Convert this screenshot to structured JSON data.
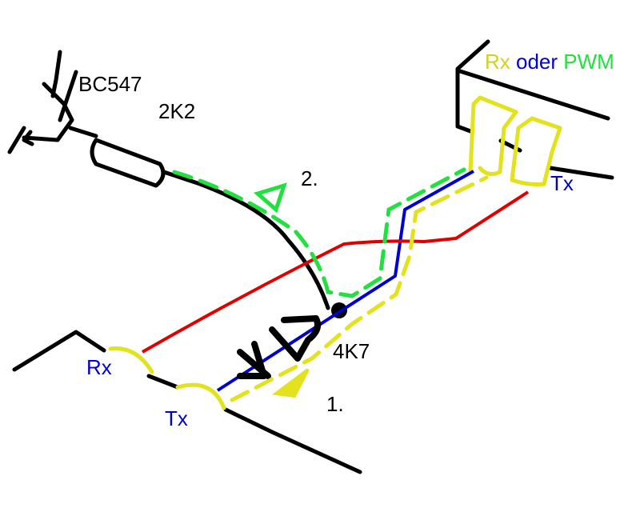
{
  "colors": {
    "black": "#000000",
    "yellow": "#e2e21e",
    "green": "#22e040",
    "blue": "#0000d0",
    "red": "#e00000"
  },
  "labels": {
    "transistor": "BC547",
    "resistor_top": "2K2",
    "step2": "2.",
    "right_rx": "Rx",
    "right_oder": "oder",
    "right_pwm": "PWM",
    "right_tx": "Tx",
    "left_rx": "Rx",
    "left_tx": "Tx",
    "resistor_bottom": "4K7",
    "step1": "1."
  }
}
